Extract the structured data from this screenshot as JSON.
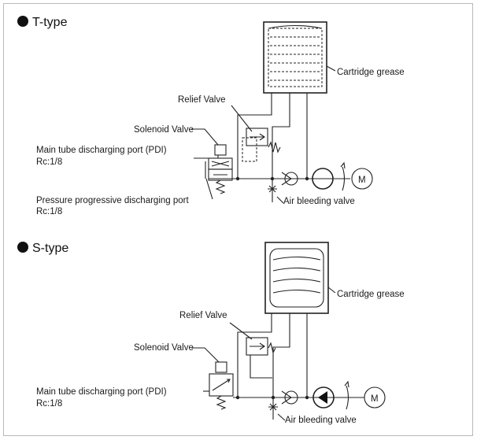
{
  "sections": [
    {
      "heading": "T-type",
      "labels": {
        "cartridge": "Cartridge grease",
        "relief": "Relief Valve",
        "solenoid": "Solenoid Valve",
        "main_port_1": "Main tube discharging port (PDI)",
        "main_port_2": "Rc:1/8",
        "pressure_port_1": "Pressure progressive discharging port",
        "pressure_port_2": "Rc:1/8",
        "air": "Air bleeding valve",
        "motor": "M"
      }
    },
    {
      "heading": "S-type",
      "labels": {
        "cartridge": "Cartridge grease",
        "relief": "Relief Valve",
        "solenoid": "Solenoid Valve",
        "main_port_1": "Main tube discharging port (PDI)",
        "main_port_2": "Rc:1/8",
        "air": "Air bleeding valve",
        "motor": "M"
      }
    }
  ]
}
